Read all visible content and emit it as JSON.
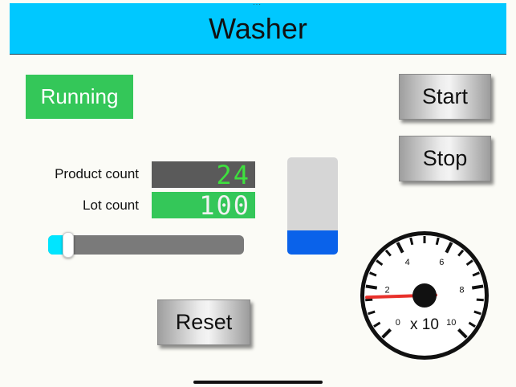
{
  "header": {
    "title": "Washer"
  },
  "status": {
    "label": "Running",
    "color": "#34c759"
  },
  "buttons": {
    "start": "Start",
    "stop": "Stop",
    "reset": "Reset"
  },
  "counters": {
    "product_label": "Product count",
    "product_value": "24",
    "lot_label": "Lot count",
    "lot_value": "100"
  },
  "slider": {
    "value_fraction": 0.08,
    "accent": "#00e5ff"
  },
  "level": {
    "value_fraction": 0.25,
    "color": "#0a62ea"
  },
  "gauge": {
    "min": 0,
    "max": 10,
    "tick_labels": [
      "0",
      "2",
      "4",
      "6",
      "8",
      "10"
    ],
    "unit": "x 10",
    "value": 1.6,
    "needle_color": "#e8302a"
  },
  "icons": {
    "gauge": "speedometer-icon"
  }
}
